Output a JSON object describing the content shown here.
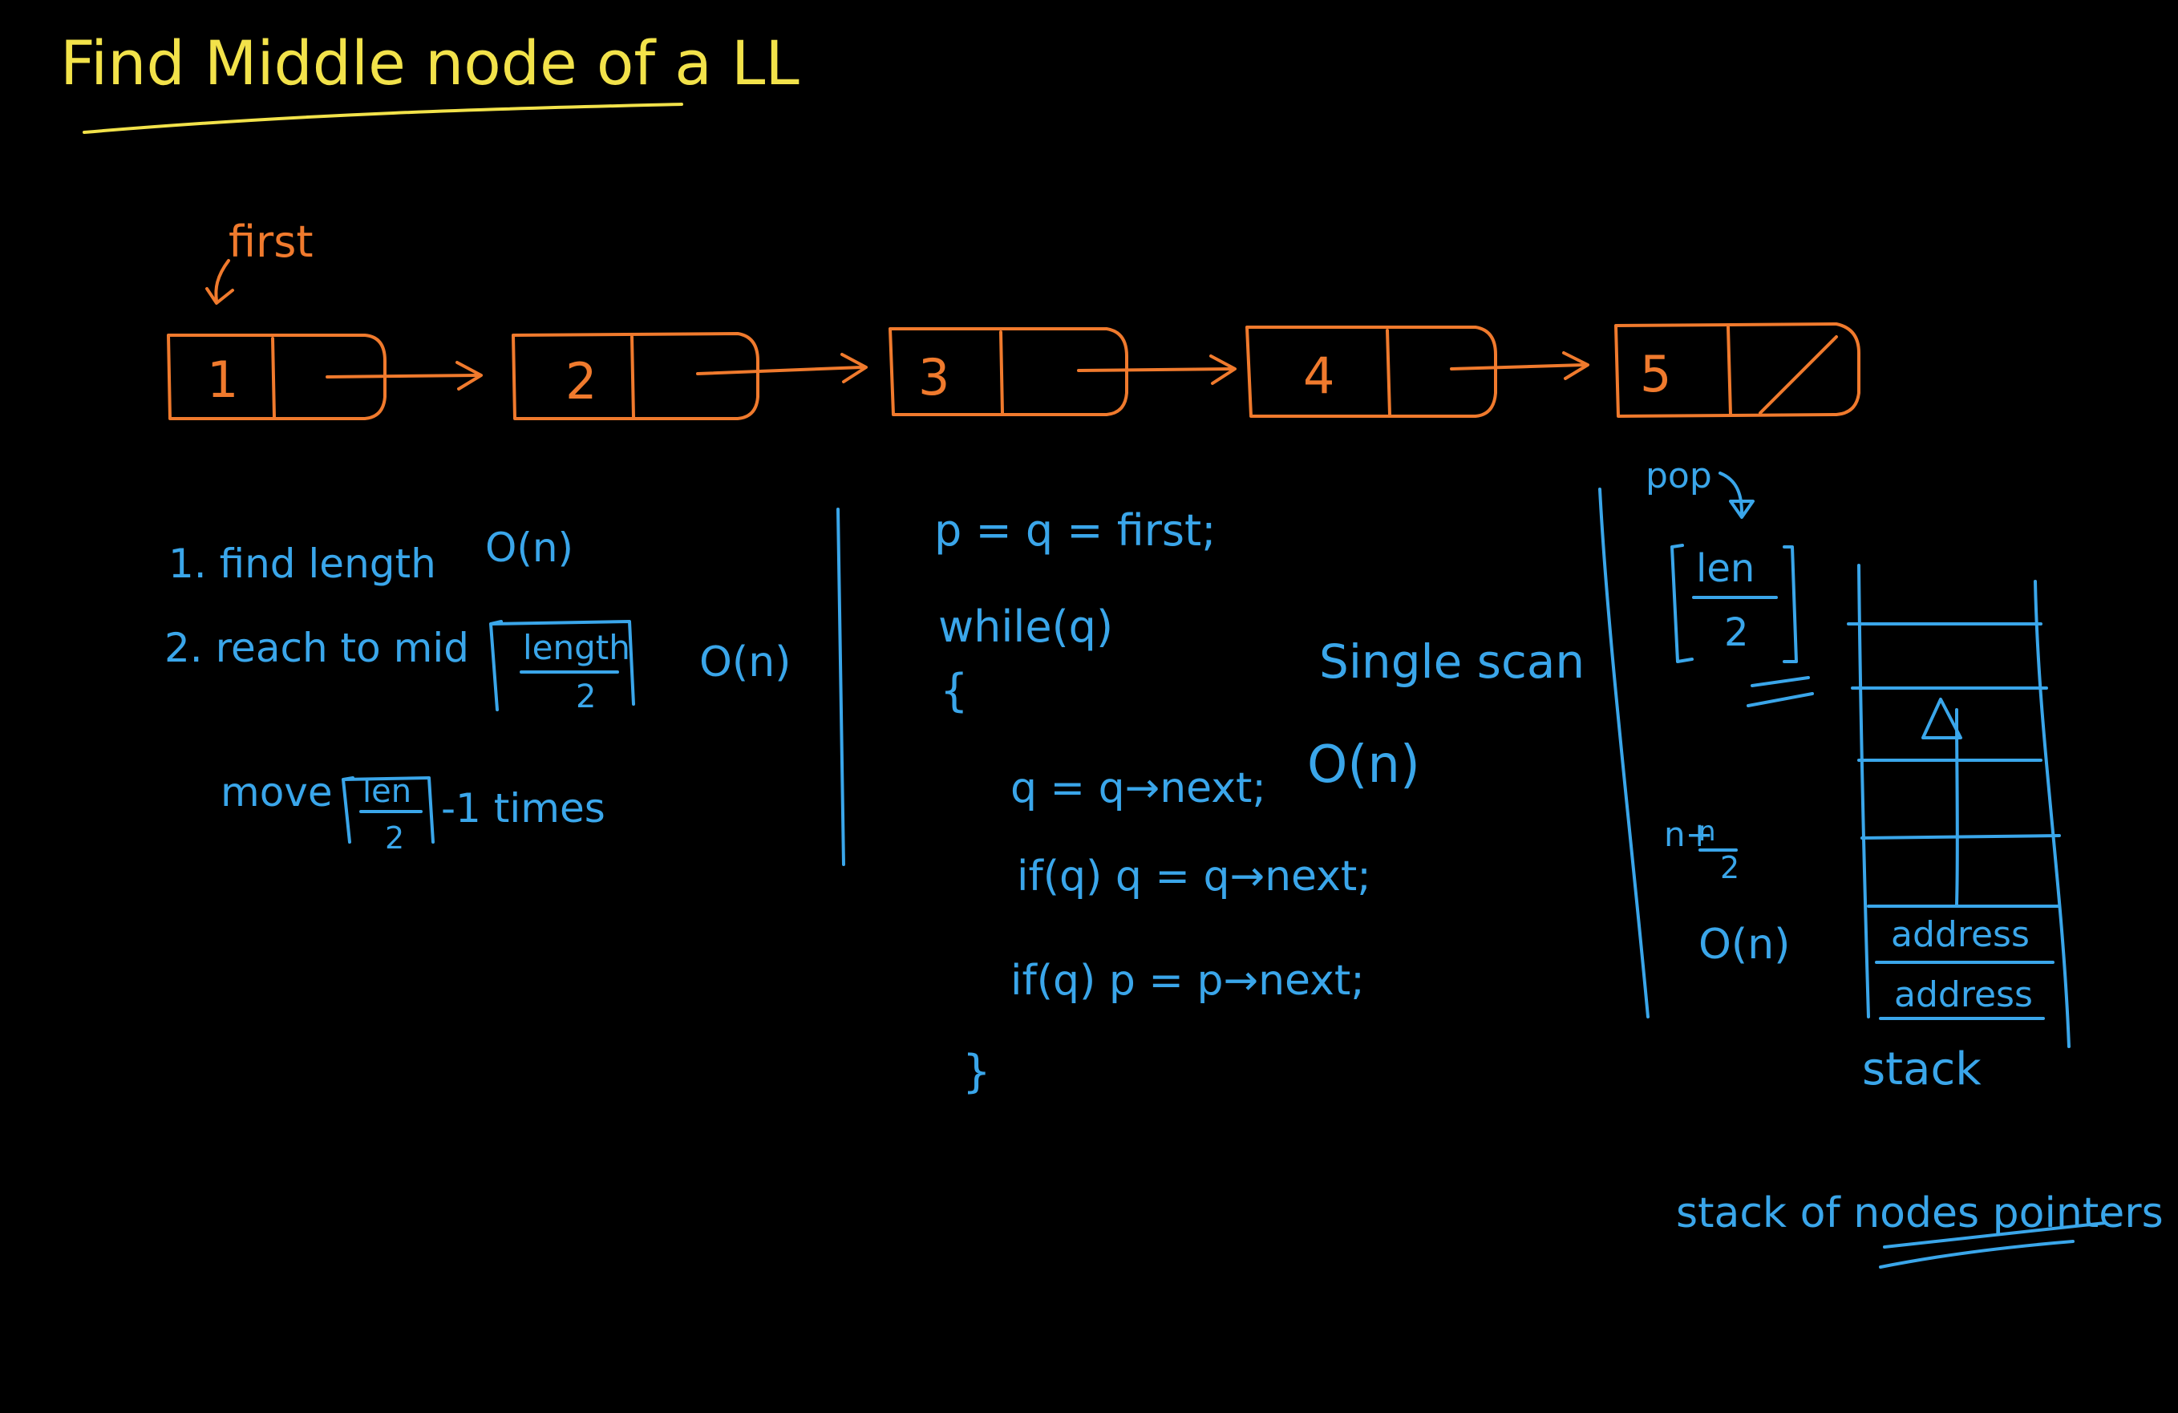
{
  "title": "Find Middle node of a LL",
  "head_label": "first",
  "nodes": [
    "1",
    "2",
    "3",
    "4",
    "5"
  ],
  "method1": {
    "step1": "1. find length",
    "step1_cost": "O(n)",
    "step2": "2. reach to mid",
    "step2_ceil_num": "length",
    "step2_ceil_den": "2",
    "step2_cost": "O(n)",
    "move_label": "move",
    "move_num": "len",
    "move_den": "2",
    "move_suffix": "-1 times"
  },
  "method2": {
    "line1": "p = q = first;",
    "line2": "while(q)",
    "open_brace": "{",
    "line3": "q = q→next;",
    "line4": "if(q) q = q→next;",
    "line5": "if(q) p = p→next;",
    "close_brace": "}",
    "note1": "Single scan",
    "note2": "O(n)"
  },
  "method3": {
    "pop_label": "pop",
    "pop_num": "len",
    "pop_den": "2",
    "push_num": "n",
    "push_den": "2",
    "push_prefix": "n+",
    "cost": "O(n)",
    "stack_cells": [
      "address",
      "address"
    ],
    "stack_label": "stack",
    "caption": "stack of nodes pointers"
  },
  "colors": {
    "title": "#f2e24a",
    "nodes": "#f07a2d",
    "notes": "#3aa6ea",
    "background": "#000000"
  }
}
